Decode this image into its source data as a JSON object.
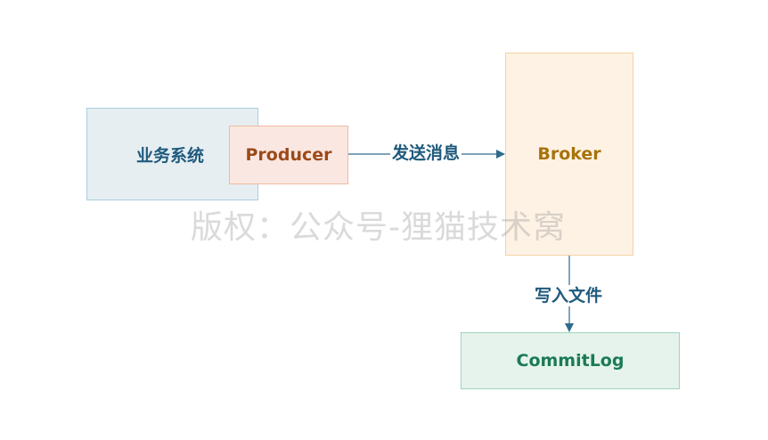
{
  "nodes": {
    "business_system": "业务系统",
    "producer": "Producer",
    "broker": "Broker",
    "commitlog": "CommitLog"
  },
  "edges": {
    "send_message": "发送消息",
    "write_file": "写入文件"
  },
  "watermark": "版权：公众号-狸猫技术窝",
  "colors": {
    "business_system_fill": "#e6eef2",
    "producer_fill": "#fbe7e1",
    "broker_fill": "#fef2e4",
    "commitlog_fill": "#e5f3ec",
    "arrow": "#2f6b8c"
  }
}
